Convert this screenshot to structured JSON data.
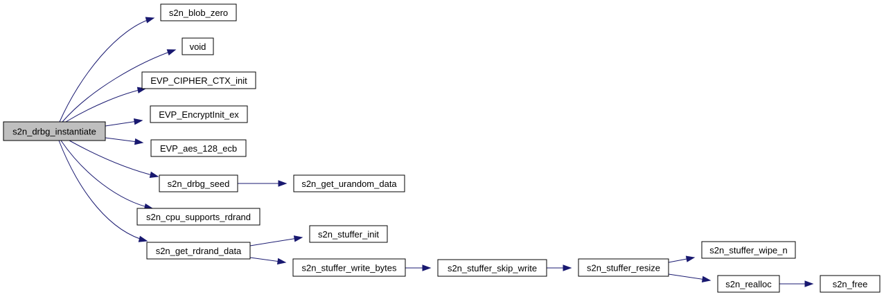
{
  "graph": {
    "root": "n0",
    "nodes": [
      {
        "id": "n0",
        "label": "s2n_drbg_instantiate"
      },
      {
        "id": "n1",
        "label": "s2n_blob_zero"
      },
      {
        "id": "n2",
        "label": "void"
      },
      {
        "id": "n3",
        "label": "EVP_CIPHER_CTX_init"
      },
      {
        "id": "n4",
        "label": "EVP_EncryptInit_ex"
      },
      {
        "id": "n5",
        "label": "EVP_aes_128_ecb"
      },
      {
        "id": "n6",
        "label": "s2n_drbg_seed"
      },
      {
        "id": "n7",
        "label": "s2n_cpu_supports_rdrand"
      },
      {
        "id": "n8",
        "label": "s2n_get_rdrand_data"
      },
      {
        "id": "n9",
        "label": "s2n_get_urandom_data"
      },
      {
        "id": "n10",
        "label": "s2n_stuffer_init"
      },
      {
        "id": "n11",
        "label": "s2n_stuffer_write_bytes"
      },
      {
        "id": "n12",
        "label": "s2n_stuffer_skip_write"
      },
      {
        "id": "n13",
        "label": "s2n_stuffer_resize"
      },
      {
        "id": "n14",
        "label": "s2n_stuffer_wipe_n"
      },
      {
        "id": "n15",
        "label": "s2n_realloc"
      },
      {
        "id": "n16",
        "label": "s2n_free"
      }
    ],
    "edges": [
      {
        "from": "n0",
        "to": "n1"
      },
      {
        "from": "n0",
        "to": "n2"
      },
      {
        "from": "n0",
        "to": "n3"
      },
      {
        "from": "n0",
        "to": "n4"
      },
      {
        "from": "n0",
        "to": "n5"
      },
      {
        "from": "n0",
        "to": "n6"
      },
      {
        "from": "n0",
        "to": "n7"
      },
      {
        "from": "n0",
        "to": "n8"
      },
      {
        "from": "n6",
        "to": "n9"
      },
      {
        "from": "n8",
        "to": "n10"
      },
      {
        "from": "n8",
        "to": "n11"
      },
      {
        "from": "n11",
        "to": "n12"
      },
      {
        "from": "n12",
        "to": "n13"
      },
      {
        "from": "n13",
        "to": "n14"
      },
      {
        "from": "n13",
        "to": "n15"
      },
      {
        "from": "n15",
        "to": "n16"
      }
    ],
    "colors": {
      "edge": "#191970",
      "root_fill": "#bfbfbf",
      "node_fill": "#ffffff",
      "border": "#000000"
    }
  }
}
